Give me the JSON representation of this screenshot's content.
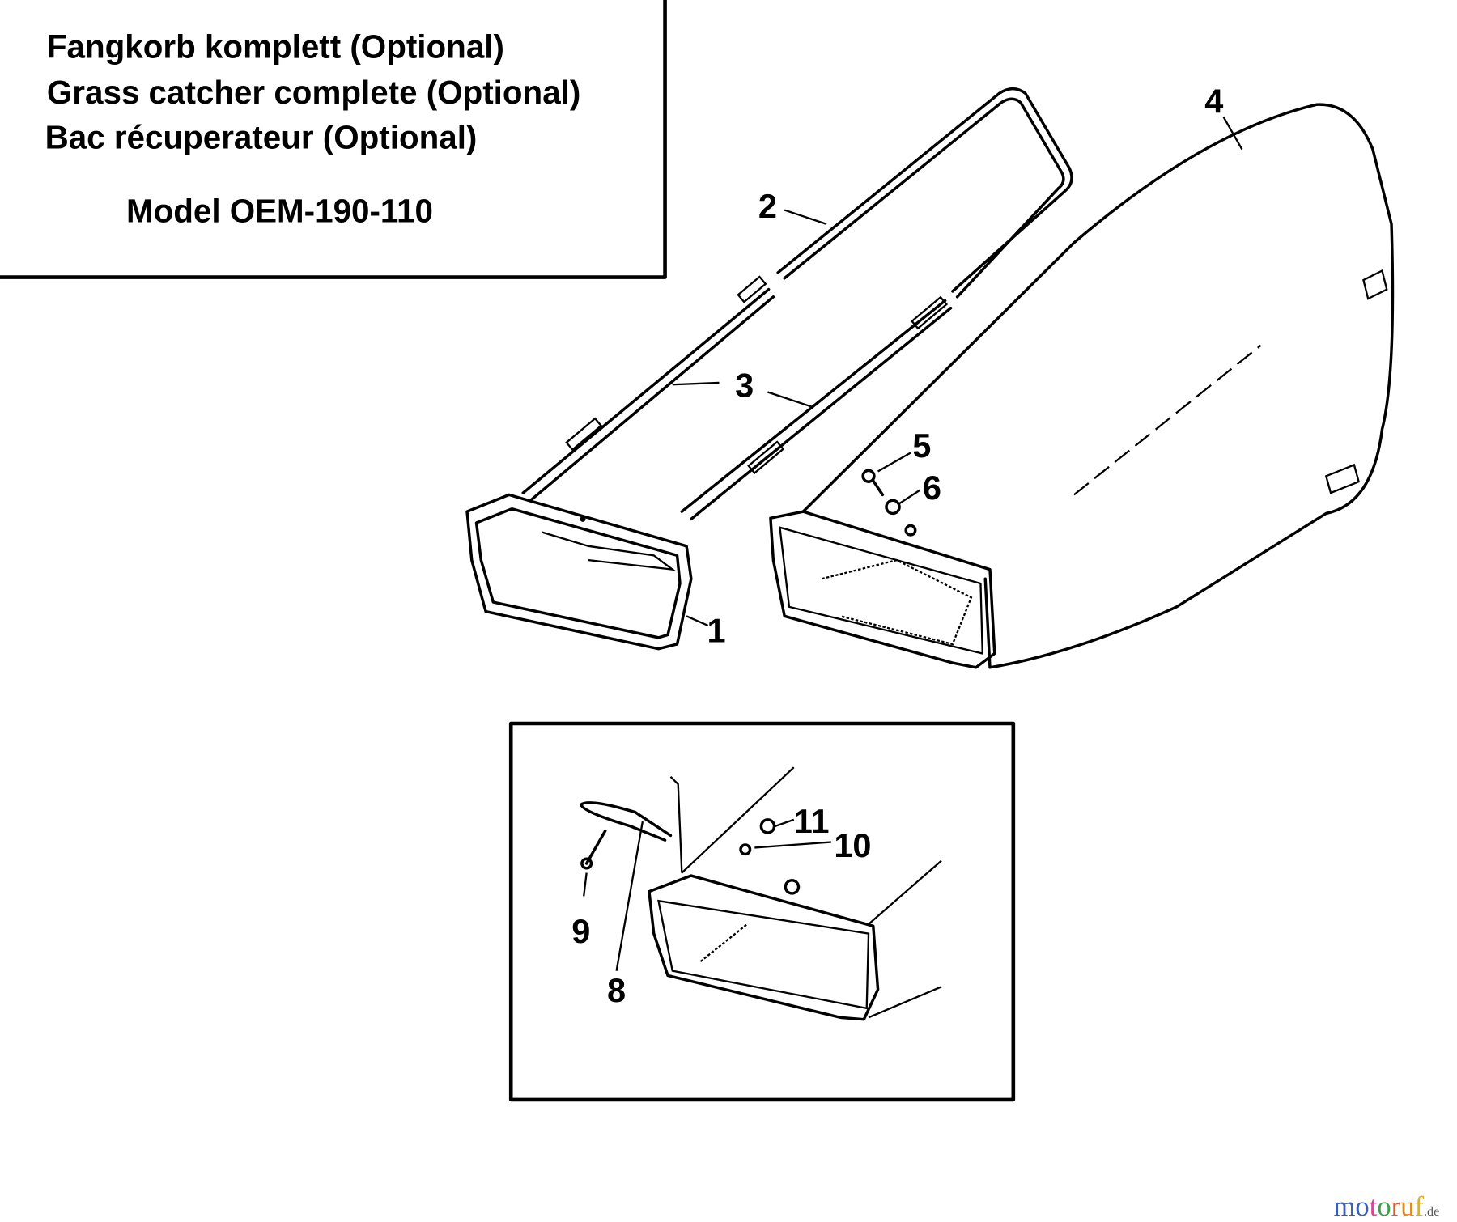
{
  "header": {
    "line_de": "Fangkorb komplett (Optional)",
    "line_en": "Grass catcher complete (Optional)",
    "line_fr": "Bac récuperateur  (Optional)",
    "model": "Model OEM-190-110"
  },
  "callouts": {
    "c1": "1",
    "c2": "2",
    "c3": "3",
    "c4": "4",
    "c5": "5",
    "c6": "6",
    "c8": "8",
    "c9": "9",
    "c10": "10",
    "c11": "11"
  },
  "watermark": {
    "letters": [
      "m",
      "o",
      "t",
      "o",
      "r",
      "u",
      "f"
    ],
    "colors": [
      "#3a5fb0",
      "#3a5fb0",
      "#d04a9a",
      "#3aa04a",
      "#e05a2a",
      "#e08a20",
      "#e0b020"
    ],
    "suffix": ".de"
  }
}
